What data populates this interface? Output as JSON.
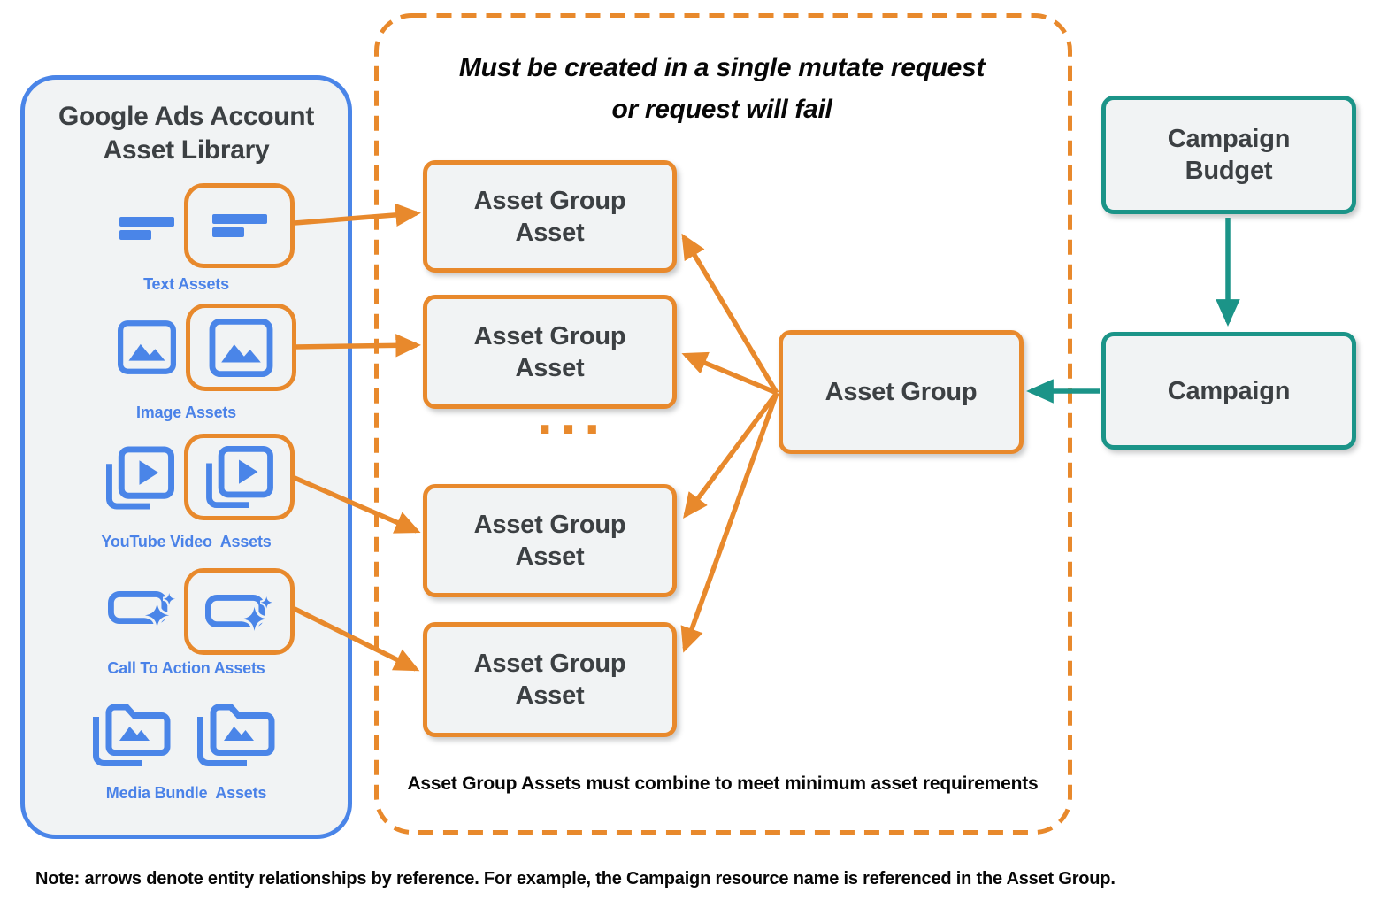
{
  "colors": {
    "orange": "#E8892C",
    "blue": "#4A85E8",
    "teal": "#1B9488",
    "box_fill": "#F1F3F4",
    "box_text": "#3C4043",
    "black_text": "#070707",
    "background": "#FFFFFF"
  },
  "library": {
    "title": "Google Ads Account Asset Library",
    "items": [
      {
        "label": "Text Assets",
        "icon": "text-asset-icon"
      },
      {
        "label": "Image Assets",
        "icon": "image-asset-icon"
      },
      {
        "label": "YouTube Video  Assets",
        "icon": "youtube-video-asset-icon"
      },
      {
        "label": "Call To Action Assets",
        "icon": "call-to-action-asset-icon"
      },
      {
        "label": "Media Bundle  Assets",
        "icon": "media-bundle-asset-icon"
      }
    ]
  },
  "mutate_box": {
    "title_line1": "Must be created in a single mutate request",
    "title_line2": "or request will fail",
    "asset_boxes": [
      "Asset Group Asset",
      "Asset Group Asset",
      "Asset Group Asset",
      "Asset Group Asset"
    ],
    "ellipsis": "...",
    "footer": "Asset Group Assets must combine to meet minimum asset requirements"
  },
  "asset_group": {
    "label": "Asset Group"
  },
  "campaign_budget": {
    "label": "Campaign Budget"
  },
  "campaign": {
    "label": "Campaign"
  },
  "note": "Note: arrows denote entity relationships by reference. For example, the Campaign resource name is referenced in the Asset Group."
}
